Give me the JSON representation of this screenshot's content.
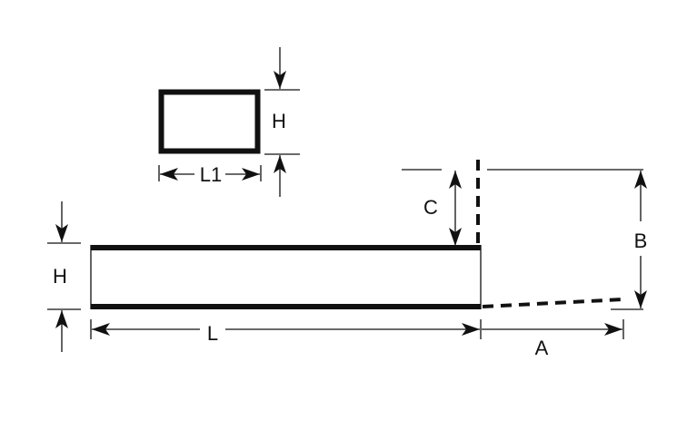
{
  "diagram": {
    "labels": {
      "h_section": "H",
      "l1": "L1",
      "h_bar": "H",
      "l": "L",
      "c": "C",
      "b": "B",
      "a": "A"
    }
  }
}
